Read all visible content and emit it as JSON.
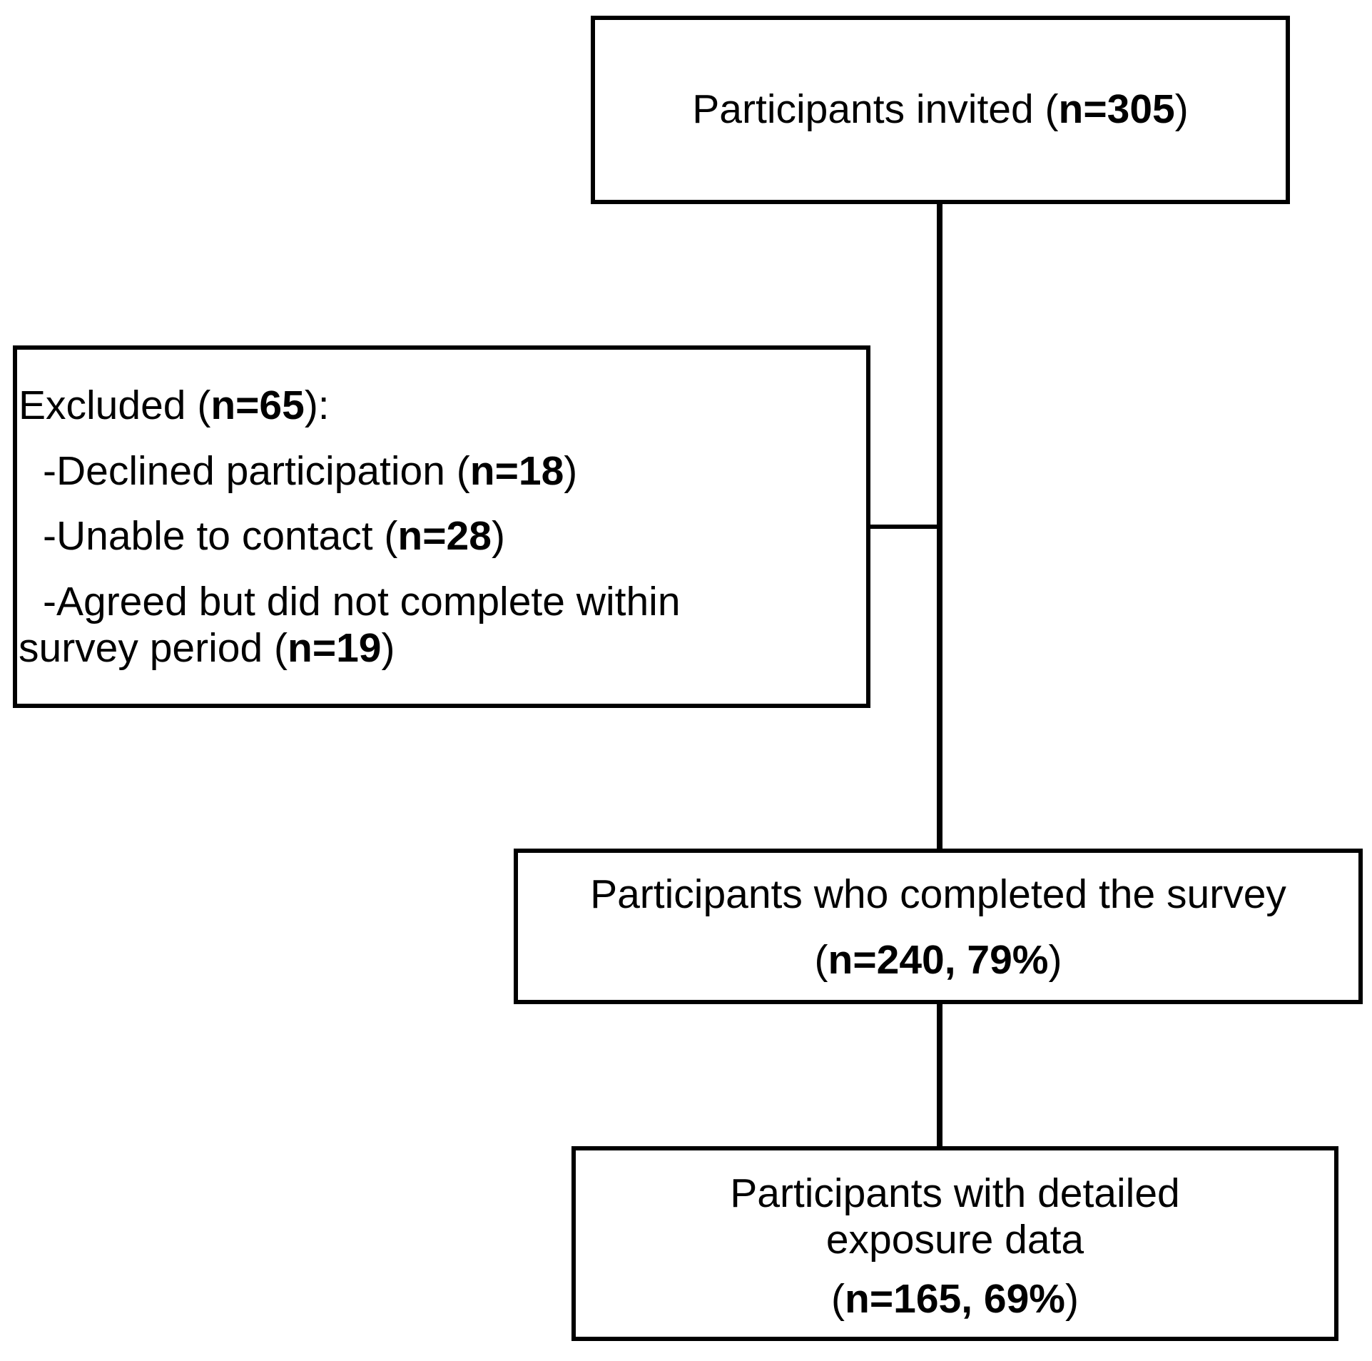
{
  "flowchart": {
    "invited": {
      "label": "Participants invited (",
      "count": "n=305",
      "close": ")"
    },
    "excluded": {
      "label": "Excluded (",
      "count": "n=65",
      "close": "):",
      "reasons": [
        {
          "label": "-Declined participation (",
          "count": "n=18",
          "close": ")"
        },
        {
          "label": "-Unable to contact (",
          "count": "n=28",
          "close": ")"
        },
        {
          "label": "-Agreed but did not complete within",
          "label_cont": "survey  period (",
          "count": "n=19",
          "close": ")"
        }
      ]
    },
    "completed": {
      "label": "Participants who completed the survey",
      "open": "(",
      "count": "n=240, 79%",
      "close": ")"
    },
    "detailed": {
      "label_line1": "Participants with detailed",
      "label_line2": "exposure data",
      "open": "(",
      "count": "n=165, 69%",
      "close": ")"
    }
  }
}
